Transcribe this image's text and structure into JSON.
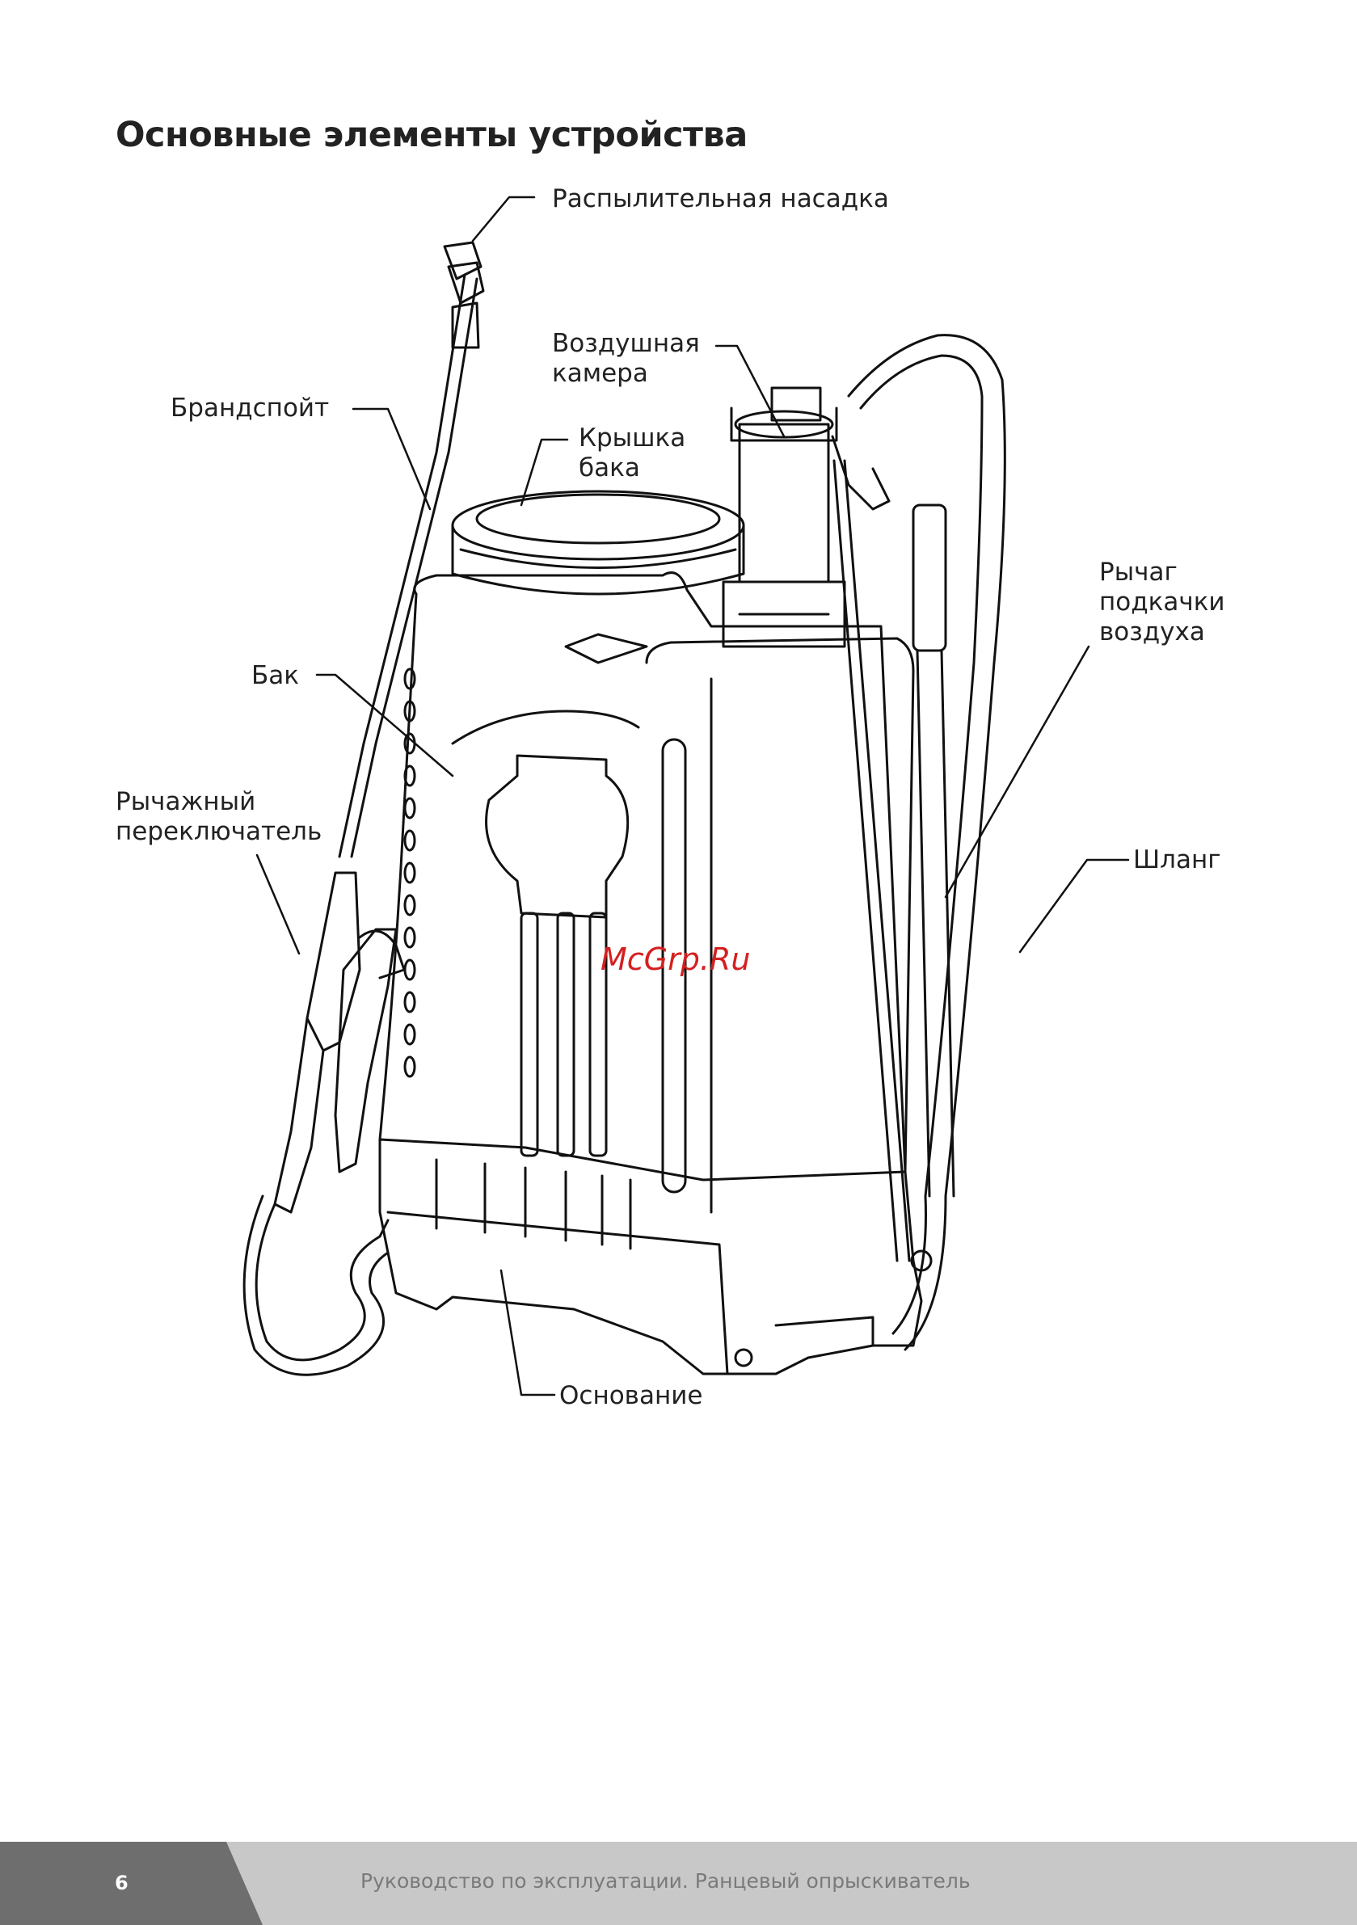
{
  "title": "Основные элементы устройства",
  "watermark": "McGrp.Ru",
  "labels": {
    "nozzle": "Распылительная насадка",
    "air_chamber": [
      "Воздушная",
      "камера"
    ],
    "hose_pipe": "Брандспойт",
    "tank_cap": [
      "Крышка",
      "бака"
    ],
    "pump_lever": [
      "Рычаг",
      "подкачки",
      "воздуха"
    ],
    "tank": "Бак",
    "lever_switch": [
      "Рычажный",
      "переключатель"
    ],
    "hose": "Шланг",
    "base": "Основание"
  },
  "footer": {
    "page_number": "6",
    "text": "Руководство по эксплуатации. Ранцевый опрыскиватель"
  },
  "colors": {
    "footer_dark": "#6e6e6e",
    "footer_light": "#c8c8c8",
    "watermark": "#d42020"
  }
}
